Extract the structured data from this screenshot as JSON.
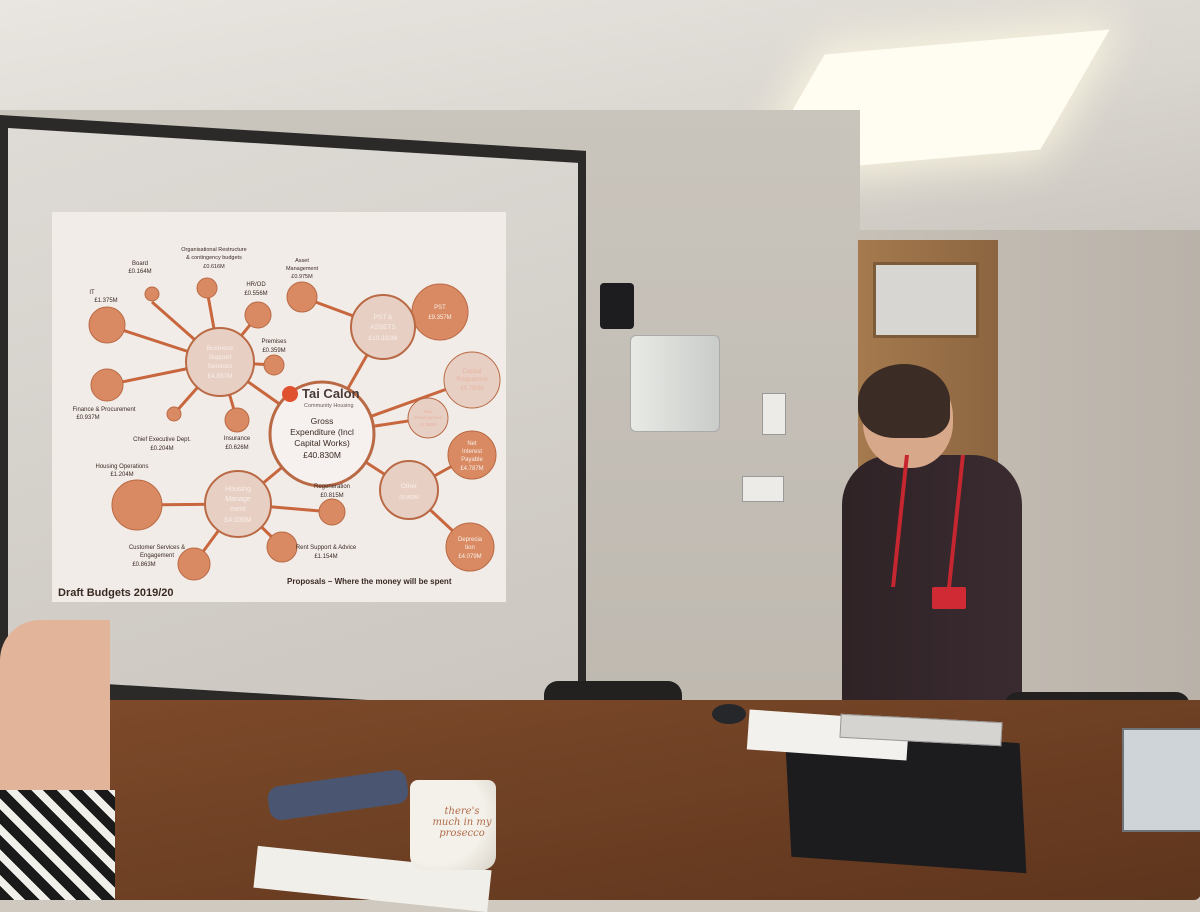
{
  "scene": {
    "description_tags": [
      "presentation",
      "meeting-room",
      "projector-screen"
    ],
    "colors": {
      "bubble_fill": "#d98a62",
      "bubble_outline": "#b96a45",
      "bubble_light": "#e8cfc4",
      "slide_bg": "#f2ece8",
      "text_dark": "#3b2a24"
    }
  },
  "slide": {
    "logo_name": "Tai Calon",
    "logo_sub": "Community Housing",
    "center_title_1": "Gross",
    "center_title_2": "Expenditure (Incl",
    "center_title_3": "Capital Works)",
    "center_value": "£40.830M",
    "footer_left": "Draft Budgets 2019/20",
    "footer_right": "Proposals – Where the money will be spent",
    "hubs": {
      "business": {
        "line1": "Business",
        "line2": "Support",
        "line3": "Services",
        "value": "£4.837M"
      },
      "pst_assets": {
        "line1": "PST &",
        "line2": "ASSETS",
        "value": "£10.332M"
      },
      "housing": {
        "line1": "Housing",
        "line2": "Manage",
        "line3": "ment",
        "value": "£4.036M"
      },
      "other": {
        "line1": "Other",
        "value": "£8.869M"
      }
    },
    "nodes": {
      "board": {
        "label": "Board",
        "value": "£0.164M"
      },
      "org": {
        "label1": "Organisational Restructure",
        "label2": "& contingency budgets",
        "value": "£0.616M"
      },
      "asset": {
        "label1": "Asset",
        "label2": "Management",
        "value": "£0.975M"
      },
      "it": {
        "label": "IT",
        "value": "£1.375M"
      },
      "hrod": {
        "label": "HR/OD",
        "value": "£0.556M"
      },
      "premises": {
        "label": "Premises",
        "value": "£0.359M"
      },
      "finance": {
        "label": "Finance & Procurement",
        "value": "£0.937M"
      },
      "insurance": {
        "label": "Insurance",
        "value": "£0.626M"
      },
      "ceo": {
        "label": "Chief Executive Dept.",
        "value": "£0.204M"
      },
      "pst": {
        "label": "PST",
        "value": "£9.357M"
      },
      "capital": {
        "label1": "Capital",
        "label2": "Programme",
        "value": "£5.795M"
      },
      "new_dev": {
        "label1": "New",
        "label2": "Development",
        "value": "£1.369M"
      },
      "net_interest": {
        "label1": "Net",
        "label2": "Interest",
        "label3": "Payable",
        "value": "£4.787M"
      },
      "depreciation": {
        "label1": "Deprecia",
        "label2": "tion",
        "value": "£4.079M"
      },
      "housing_ops": {
        "label": "Housing Operations",
        "value": "£1.204M"
      },
      "regeneration": {
        "label": "Regeneration",
        "value": "£0.815M"
      },
      "rent_support": {
        "label": "Rent Support & Advice",
        "value": "£1.154M"
      },
      "customer": {
        "label1": "Customer Services &",
        "label2": "Engagement",
        "value": "£0.863M"
      }
    }
  },
  "mug": {
    "text1": "there's",
    "text2": "much in my",
    "text3": "prosecco"
  }
}
